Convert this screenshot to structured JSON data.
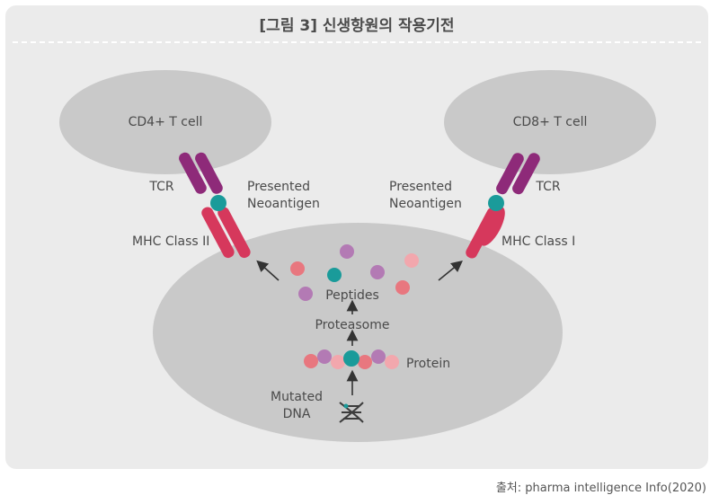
{
  "title": "[그림 3] 신생항원의 작용기전",
  "source": "출처: pharma intelligence Info(2020)",
  "labels": {
    "cd4": "CD4+ T cell",
    "cd8": "CD8+ T cell",
    "tcr_left": "TCR",
    "tcr_right": "TCR",
    "presented_left": [
      "Presented",
      "Neoantigen"
    ],
    "presented_right": [
      "Presented",
      "Neoantigen"
    ],
    "mhc_left": "MHC Class II",
    "mhc_right": "MHC Class I",
    "peptides": "Peptides",
    "proteasome": "Proteasome",
    "protein": "Protein",
    "mutated_dna": [
      "Mutated",
      "DNA"
    ]
  },
  "colors": {
    "panel": "#ebebeb",
    "cell": "#c9c9c9",
    "tcr": "#8e2a79",
    "mhc": "#d6385c",
    "teal": "#1a9b9a",
    "pink": "#e8777f",
    "light_pink": "#f2a7ad",
    "purple": "#b37ab4"
  }
}
